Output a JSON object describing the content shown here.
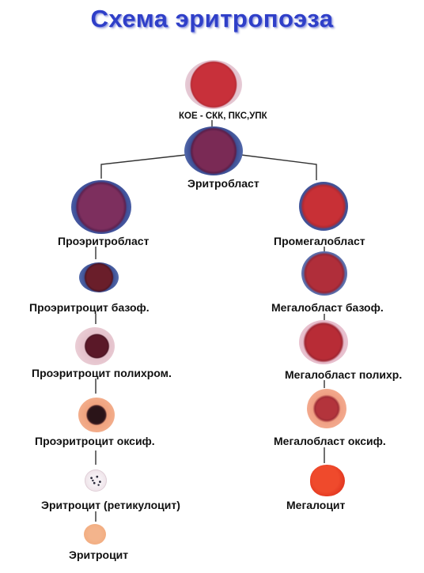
{
  "title": "Схема эритропоэза",
  "top": {
    "stem": "КОЕ - СКК, ПКС,УПК",
    "erythroblast": "Эритробласт"
  },
  "left_branch": {
    "l1": "Проэритробласт",
    "l2": "Проэритроцит базоф.",
    "l3": "Проэритроцит полихром.",
    "l4": "Проэритроцит оксиф.",
    "l5": "Эритроцит (ретикулоцит)",
    "l6": "Эритроцит"
  },
  "right_branch": {
    "r1": "Промегалобласт",
    "r2": "Мегалобласт базоф.",
    "r3": "Мегалобласт полихр.",
    "r4": "Мегалобласт оксиф.",
    "r5": "Мегалоцит"
  },
  "colors": {
    "title": "#2f3fc8",
    "basophilic_rim": "#4a5d9c",
    "nucleus_red": "#b0323c",
    "nucleus_dark": "#5a1828",
    "polychrom_cytoplasm": "#eccdd4",
    "oxy_cytoplasm": "#f3a682",
    "mature": "#f2a878",
    "megalocyte": "#e43a22"
  }
}
